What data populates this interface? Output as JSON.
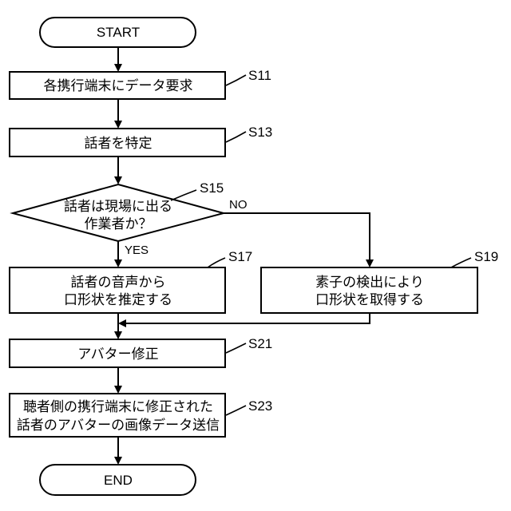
{
  "nodes": {
    "start": {
      "label": "START"
    },
    "request": {
      "lines": [
        "各携行端末にデータ要求"
      ],
      "step": "S11"
    },
    "identify": {
      "lines": [
        "話者を特定"
      ],
      "step": "S13"
    },
    "decision": {
      "lines": [
        "話者は現場に出る",
        "作業者か？"
      ],
      "step": "S15",
      "yes": "YES",
      "no": "NO"
    },
    "estimate": {
      "lines": [
        "話者の音声から",
        "口形状を推定する"
      ],
      "step": "S17"
    },
    "acquire": {
      "lines": [
        "素子の検出により",
        "口形状を取得する"
      ],
      "step": "S19"
    },
    "modify": {
      "lines": [
        "アバター修正"
      ],
      "step": "S21"
    },
    "send": {
      "lines": [
        "聴者側の携行端末に修正された",
        "話者のアバターの画像データ送信"
      ],
      "step": "S23"
    },
    "end": {
      "label": "END"
    }
  },
  "colors": {
    "stroke": "#000000",
    "fill": "#ffffff"
  }
}
